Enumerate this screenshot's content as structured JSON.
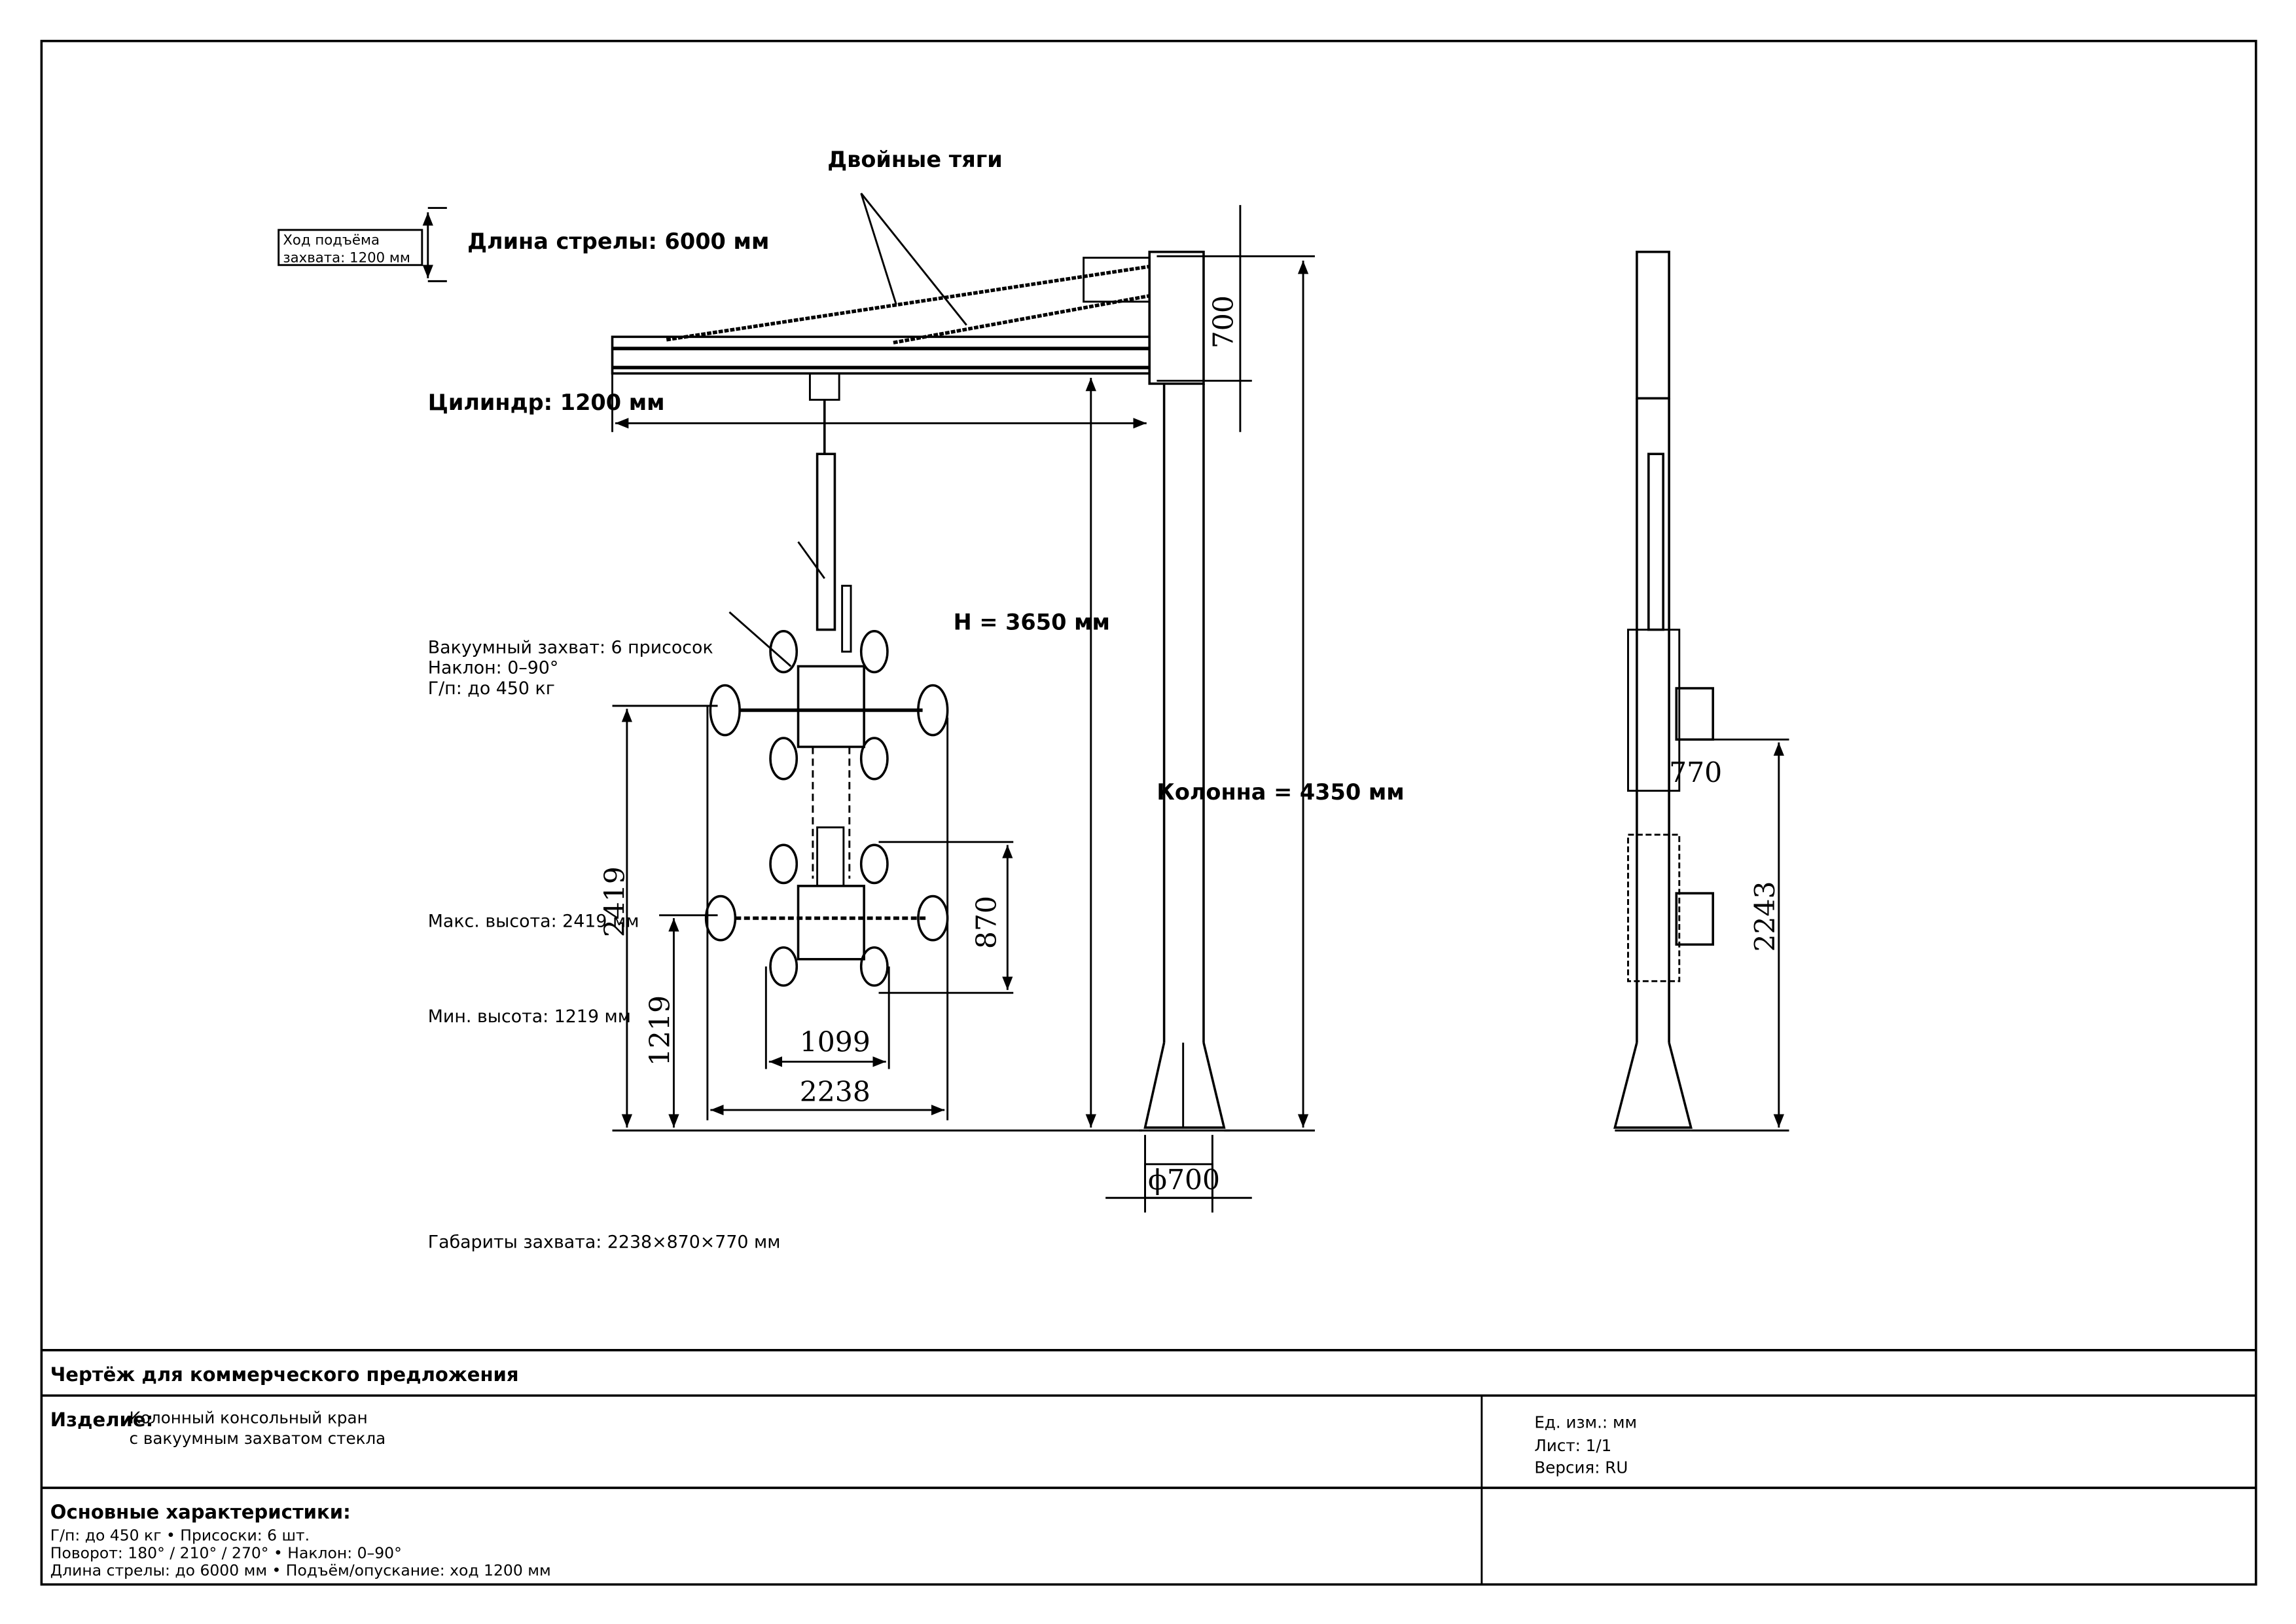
{
  "drawing": {
    "lift_box": [
      "Ход подъёма",
      "захвата: 1200 мм"
    ],
    "boom_length": "Длина стрелы: 6000 мм",
    "tie_rods": "Двойные тяги",
    "cylinder": "Цилиндр: 1200 мм",
    "height": "H = 3650 мм",
    "column": "Колонна = 4350 мм",
    "lifter_info": [
      "Вакуумный захват: 6 присосок",
      "Наклон: 0–90°",
      "Г/п: до 450 кг"
    ],
    "max_height": "Макс. высота: 2419 мм",
    "min_height": "Мин. высота: 1219 мм",
    "lifter_dims": "Габариты захвата: 2238×870×770 мм",
    "dims": {
      "d700": "700",
      "d2419": "2419",
      "d1219": "1219",
      "d870": "870",
      "d1099": "1099",
      "d2238": "2238",
      "phi700": "ϕ700",
      "d770": "770",
      "d2243": "2243"
    }
  },
  "title_block": {
    "title": "Чертёж для коммерческого предложения",
    "product_label": "Изделие:",
    "product_lines": [
      "Колонный консольный кран",
      "с вакуумным захватом стекла"
    ],
    "units": "Ед. изм.: мм",
    "sheet": "Лист: 1/1",
    "version": "Версия: RU",
    "specs_title": "Основные характеристики:",
    "specs": [
      "Г/п: до 450 кг   •   Присоски: 6 шт.",
      "Поворот: 180° / 210° / 270°   •   Наклон: 0–90°",
      "Длина стрелы: до 6000 мм   •   Подъём/опускание: ход 1200 мм"
    ]
  }
}
